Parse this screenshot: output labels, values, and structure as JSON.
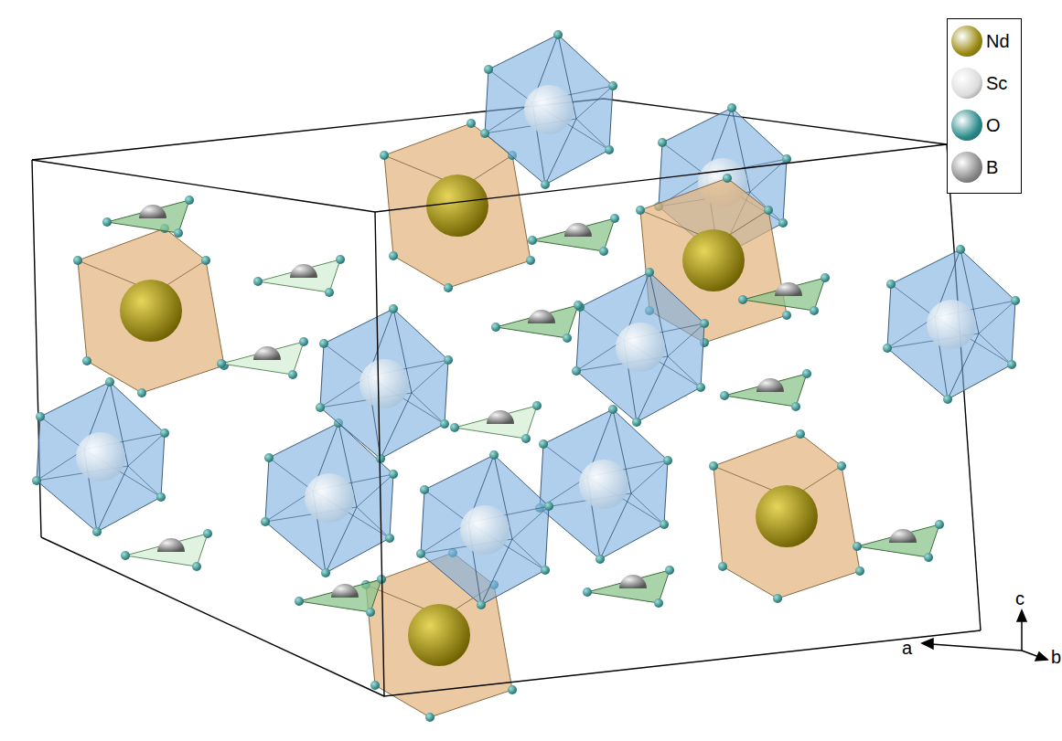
{
  "diagram": {
    "labels": [
      "a",
      "b",
      "c"
    ],
    "legend": [
      {
        "text": "Nd",
        "color": "#9a8a10"
      },
      {
        "text": "Sc",
        "color": "#dcdcdc"
      },
      {
        "text": "O",
        "color": "#2a8a8a"
      },
      {
        "text": "B",
        "color": "#8a8a8a"
      }
    ]
  }
}
